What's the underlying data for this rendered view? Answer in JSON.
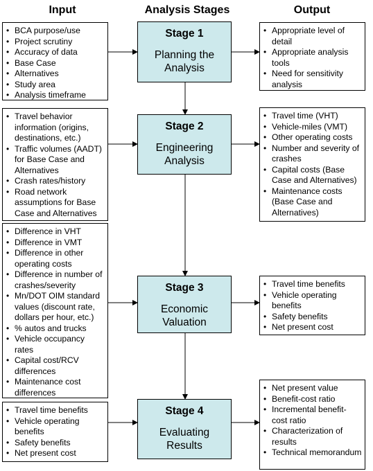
{
  "headers": {
    "input": "Input",
    "stages": "Analysis Stages",
    "output": "Output"
  },
  "stages": [
    {
      "num": "Stage 1",
      "line1": "Planning the",
      "line2": "Analysis"
    },
    {
      "num": "Stage 2",
      "line1": "Engineering",
      "line2": "Analysis"
    },
    {
      "num": "Stage 3",
      "line1": "Economic",
      "line2": "Valuation"
    },
    {
      "num": "Stage 4",
      "line1": "Evaluating",
      "line2": "Results"
    }
  ],
  "inputs": [
    [
      "BCA purpose/use",
      "Project scrutiny",
      "Accuracy of data",
      "Base Case",
      "Alternatives",
      "Study area",
      "Analysis timeframe"
    ],
    [
      "Travel behavior information (origins, destinations, etc.)",
      "Traffic volumes (AADT) for Base Case and Alternatives",
      "Crash rates/history",
      "Road network assumptions for Base Case and Alternatives"
    ],
    [
      "Difference in VHT",
      "Difference in VMT",
      "Difference in other operating costs",
      "Difference in number of crashes/severity",
      "Mn/DOT OIM standard values (discount rate, dollars per hour, etc.)",
      "% autos and trucks",
      "Vehicle occupancy rates",
      "Capital cost/RCV differences",
      "Maintenance cost differences"
    ],
    [
      "Travel time benefits",
      "Vehicle operating benefits",
      "Safety benefits",
      "Net present cost"
    ]
  ],
  "outputs": [
    [
      "Appropriate level of detail",
      "Appropriate analysis tools",
      "Need for sensitivity analysis"
    ],
    [
      "Travel time (VHT)",
      "Vehicle-miles (VMT)",
      "Other operating costs",
      "Number and severity of crashes",
      "Capital costs (Base Case and Alternatives)",
      "Maintenance costs (Base Case and Alternatives)"
    ],
    [
      "Travel time benefits",
      "Vehicle operating benefits",
      "Safety benefits",
      "Net present cost"
    ],
    [
      "Net present value",
      "Benefit-cost ratio",
      "Incremental benefit-cost ratio",
      "Characterization of results",
      "Technical memorandum"
    ]
  ]
}
